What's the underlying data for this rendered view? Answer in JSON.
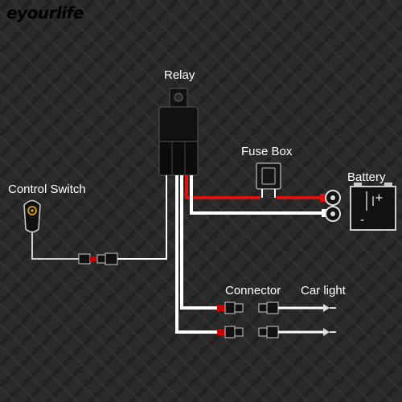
{
  "brand": {
    "logo_text": "eyourlife",
    "color": "#f2a71b"
  },
  "labels": {
    "relay": "Relay",
    "fuse_box": "Fuse Box",
    "battery": "Battery",
    "control_switch": "Control Switch",
    "connector": "Connector",
    "car_light": "Car light"
  },
  "battery_terminals": {
    "positive": "+",
    "negative": "-"
  },
  "colors": {
    "background": "#2a2a2a",
    "positive_wire": "#e01010",
    "wire": "#ffffff",
    "component": "#111111"
  }
}
